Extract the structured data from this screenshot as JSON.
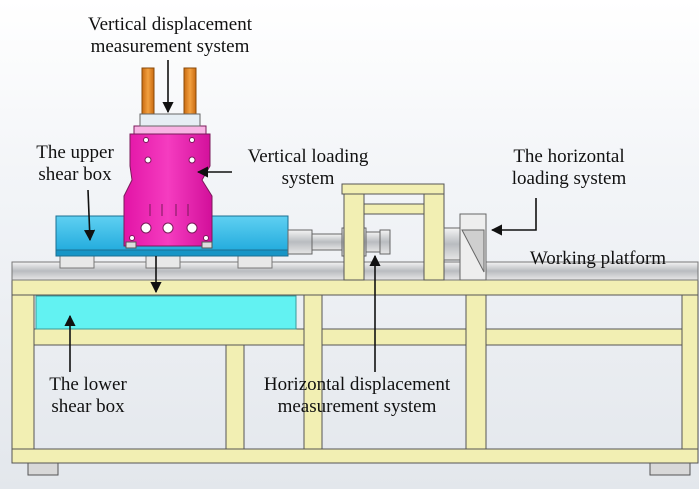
{
  "labels": {
    "vertical_displacement": [
      "Vertical displacement",
      "measurement system"
    ],
    "upper_shear_box": [
      "The upper",
      "shear box"
    ],
    "vertical_loading": [
      "Vertical loading",
      "system"
    ],
    "horizontal_loading": [
      "The horizontal",
      "loading system"
    ],
    "working_platform": "Working platform",
    "lower_shear_box": [
      "The lower",
      "shear box"
    ],
    "horizontal_displacement": [
      "Horizontal displacement",
      "measurement system"
    ]
  },
  "colors": {
    "frame_yellow": "#f2efb3",
    "shear_box_blue": "#25b8e8",
    "lower_box_cyan": "#62f2f2",
    "vertical_loader_magenta": "#f01eb4",
    "displacement_rods_orange": "#e8891e",
    "outline": "#333333"
  }
}
